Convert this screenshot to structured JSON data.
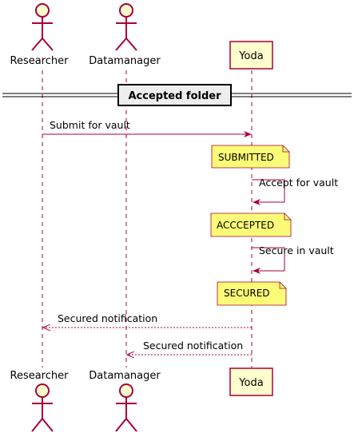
{
  "participants": {
    "researcher": "Researcher",
    "datamanager": "Datamanager",
    "yoda": "Yoda"
  },
  "divider": "Accepted folder",
  "messages": {
    "submit": "Submit for vault",
    "accept": "Accept for vault",
    "secure": "Secure in vault",
    "notify_researcher": "Secured notification",
    "notify_datamanager": "Secured notification"
  },
  "notes": {
    "submitted": "SUBMITTED",
    "accepted": "ACCCEPTED",
    "secured": "SECURED"
  },
  "colors": {
    "line": "#A80036",
    "actor_fill": "#FEFECE",
    "note_fill": "#FBFB77",
    "divider_fill": "#EEEEEE"
  }
}
